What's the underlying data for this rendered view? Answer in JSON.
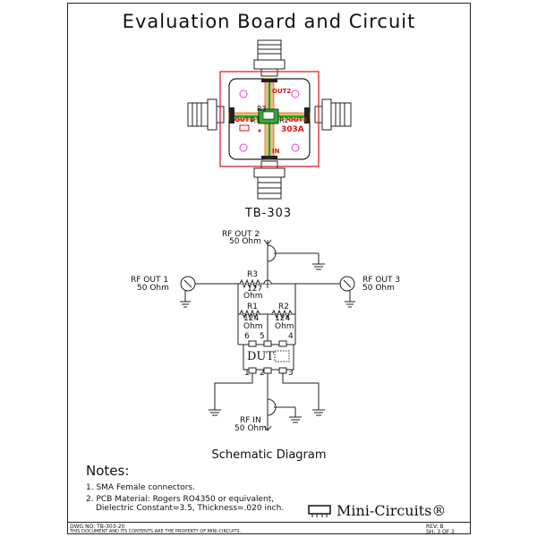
{
  "title": "Evaluation Board and Circuit",
  "board": {
    "label": "TB-303",
    "pcb_labels": {
      "out1": "OUT1",
      "out2": "OUT2",
      "out3": "OUT3",
      "in": "IN",
      "r1": "R1",
      "r2": "R2",
      "r3": "R3",
      "part": "303A"
    }
  },
  "schematic": {
    "title": "Schematic Diagram",
    "rf_out2": {
      "name": "RF OUT 2",
      "imp": "50 Ohm"
    },
    "rf_out1": {
      "name": "RF OUT 1",
      "imp": "50 Ohm"
    },
    "rf_out3": {
      "name": "RF OUT 3",
      "imp": "50 Ohm"
    },
    "rf_in": {
      "name": "RF IN",
      "imp": "50 Ohm"
    },
    "r3": {
      "name": "R3",
      "value": "127",
      "unit": "Ohm"
    },
    "r1": {
      "name": "R1",
      "value": "124",
      "unit": "Ohm"
    },
    "r2": {
      "name": "R2",
      "value": "124",
      "unit": "Ohm"
    },
    "dut": "DUT",
    "pins": {
      "p1": "1",
      "p2": "2",
      "p3": "3",
      "p4": "4",
      "p5": "5",
      "p6": "6"
    }
  },
  "notes": {
    "heading": "Notes:",
    "items": [
      "1. SMA Female connectors.",
      "2. PCB Material: Rogers RO4350 or equivalent,",
      "Dielectric Constant=3.5, Thickness=.020 inch."
    ]
  },
  "logo": "Mini-Circuits®",
  "footer": {
    "dwg": "DWG NO: TB-303-20",
    "disclaimer": "THIS DOCUMENT AND ITS CONTENTS ARE THE PROPERTY OF MINI-CIRCUITS.",
    "rev": "REV: B",
    "sheet": "SH: 3 OF 3"
  },
  "colors": {
    "board_outline": "#d11",
    "trace": "#1a1",
    "pad": "#d4c",
    "hatch": "#c70"
  }
}
